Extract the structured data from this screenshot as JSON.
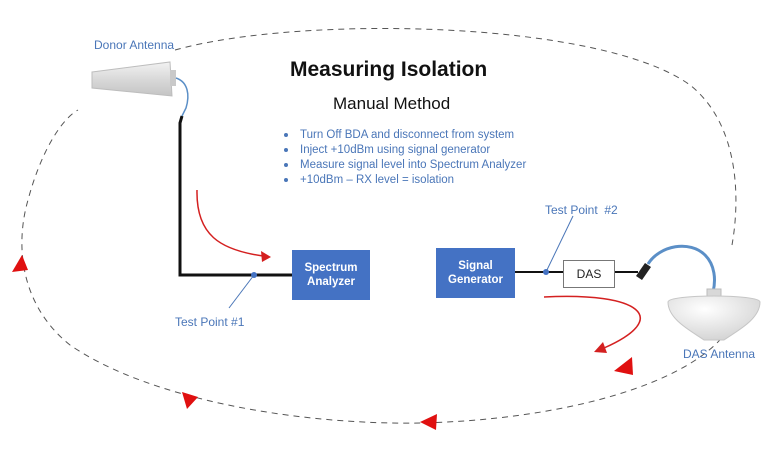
{
  "title": "Measuring Isolation",
  "subtitle": "Manual Method",
  "bullets": [
    "Turn Off BDA and disconnect from system",
    "Inject +10dBm using signal generator",
    "Measure signal level into Spectrum Analyzer",
    "+10dBm – RX level = isolation"
  ],
  "labels": {
    "donor_antenna": "Donor Antenna",
    "das_antenna": "DAS Antenna",
    "test_point_1": "Test Point #1",
    "test_point_2": "Test Point  #2",
    "spectrum_analyzer": "Spectrum Analyzer",
    "signal_generator": "Signal Generator",
    "das": "DAS"
  },
  "colors": {
    "box_fill": "#4472c4",
    "label_text": "#4a76b8",
    "arrow_red": "#d42020",
    "loop_dash": "#555555",
    "cable_blue": "#5b8fc7"
  }
}
